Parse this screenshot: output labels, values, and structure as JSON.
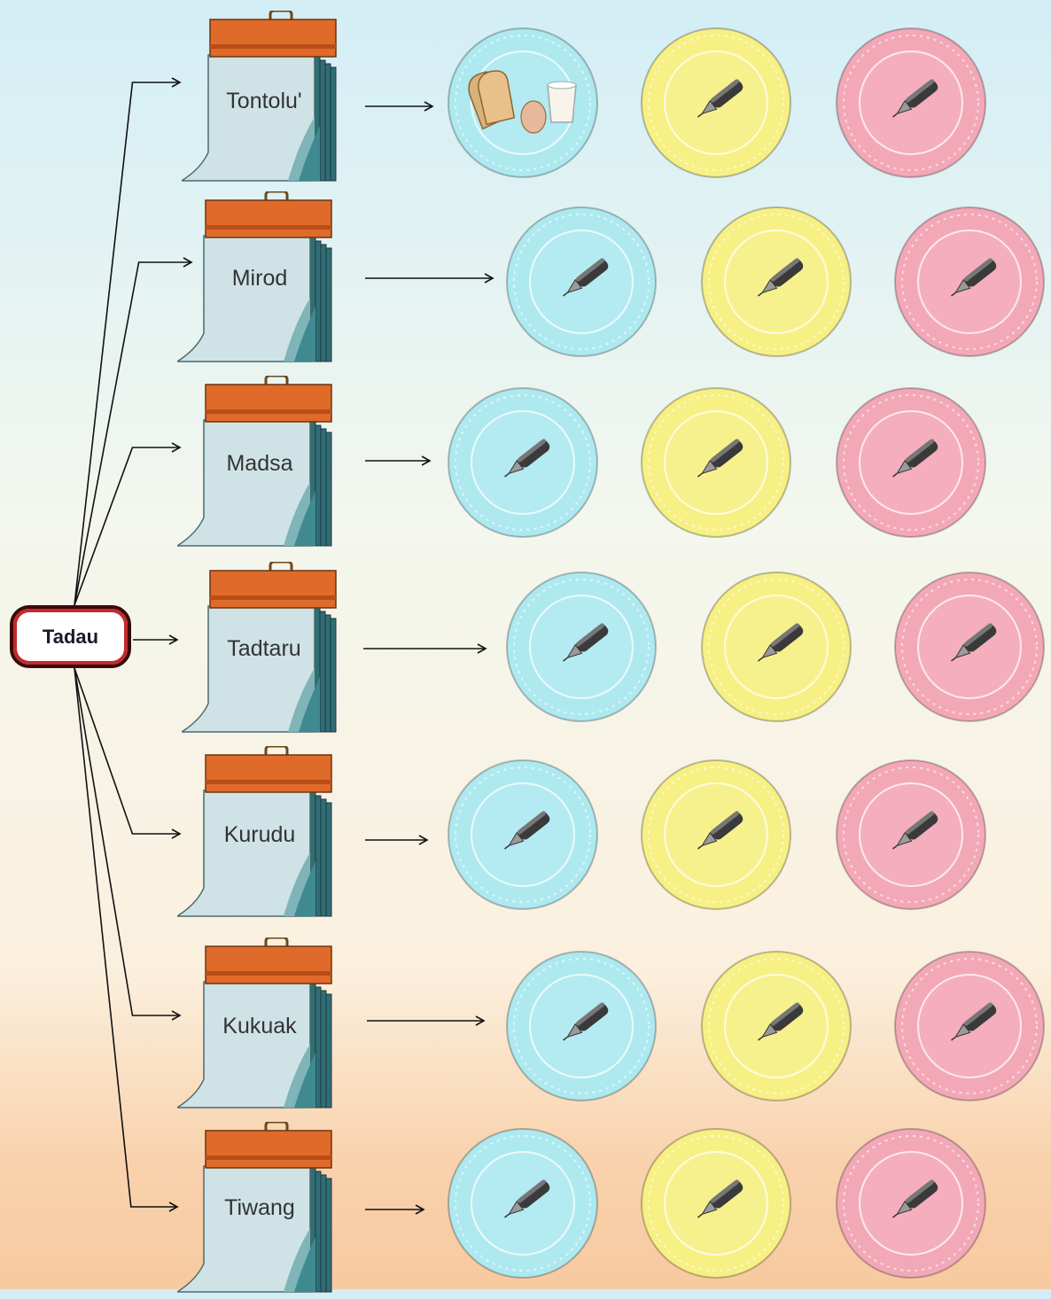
{
  "root": {
    "label": "Tadau"
  },
  "days": [
    {
      "label": "Tontolu'",
      "plates": [
        "breakfast",
        "pen",
        "pen"
      ]
    },
    {
      "label": "Mirod",
      "plates": [
        "pen",
        "pen",
        "pen"
      ]
    },
    {
      "label": "Madsa",
      "plates": [
        "pen",
        "pen",
        "pen"
      ]
    },
    {
      "label": "Tadtaru",
      "plates": [
        "pen",
        "pen",
        "pen"
      ]
    },
    {
      "label": "Kurudu",
      "plates": [
        "pen",
        "pen",
        "pen"
      ]
    },
    {
      "label": "Kukuak",
      "plates": [
        "pen",
        "pen",
        "pen"
      ]
    },
    {
      "label": "Tiwang",
      "plates": [
        "pen",
        "pen",
        "pen"
      ]
    }
  ],
  "plate_colors": [
    "#aee9f0",
    "#f7f084",
    "#f3a8b8"
  ],
  "icons": {
    "calendar": "calendar-icon",
    "pen": "pen-icon",
    "breakfast": "breakfast-icon"
  }
}
